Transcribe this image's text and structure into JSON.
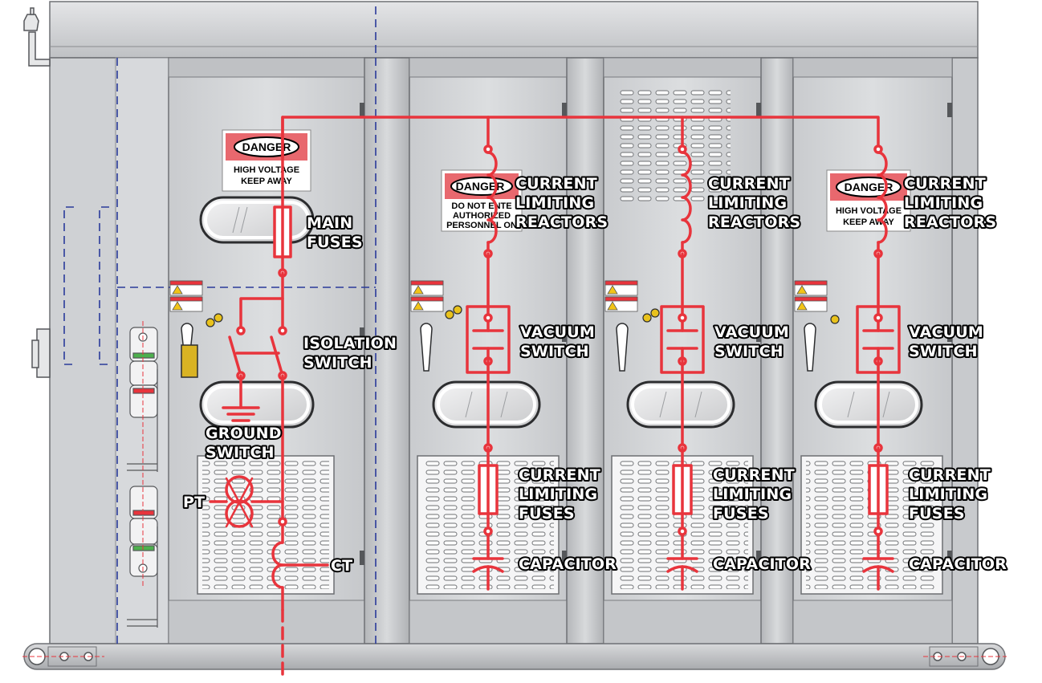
{
  "colors": {
    "circuit": "#e8343c",
    "enclosure": "#c4c6c9",
    "panel": "#d3d5d8",
    "boundary": "#2a3a9a"
  },
  "signs": [
    {
      "id": "sign-1",
      "header": "DANGER",
      "lines": [
        "HIGH VOLTAGE",
        "KEEP AWAY"
      ]
    },
    {
      "id": "sign-2",
      "header": "DANGER",
      "lines": [
        "DO NOT ENTE",
        "AUTHORIZED",
        "PERSONNEL ON"
      ]
    },
    {
      "id": "sign-3",
      "header": "DANGER",
      "lines": [
        "HIGH VOLTAGE",
        "KEEP AWAY"
      ]
    }
  ],
  "labels": {
    "main_fuses": [
      "MAIN",
      "FUSES"
    ],
    "isolation_switch": [
      "ISOLATION",
      "SWITCH"
    ],
    "ground_switch": [
      "GROUND",
      "SWITCH"
    ],
    "pt": "PT",
    "ct": "CT",
    "bays": [
      {
        "reactors": [
          "CURRENT",
          "LIMITING",
          "REACTORS"
        ],
        "vacuum": [
          "VACUUM",
          "SWITCH"
        ],
        "fuses": [
          "CURRENT",
          "LIMITING",
          "FUSES"
        ],
        "capacitor": "CAPACITOR"
      },
      {
        "reactors": [
          "CURRENT",
          "LIMITING",
          "REACTORS"
        ],
        "vacuum": [
          "VACUUM",
          "SWITCH"
        ],
        "fuses": [
          "CURRENT",
          "LIMITING",
          "FUSES"
        ],
        "capacitor": "CAPACITOR"
      },
      {
        "reactors": [
          "CURRENT",
          "LIMITING",
          "REACTORS"
        ],
        "vacuum": [
          "VACUUM",
          "SWITCH"
        ],
        "fuses": [
          "CURRENT",
          "LIMITING",
          "FUSES"
        ],
        "capacitor": "CAPACITOR"
      }
    ]
  }
}
